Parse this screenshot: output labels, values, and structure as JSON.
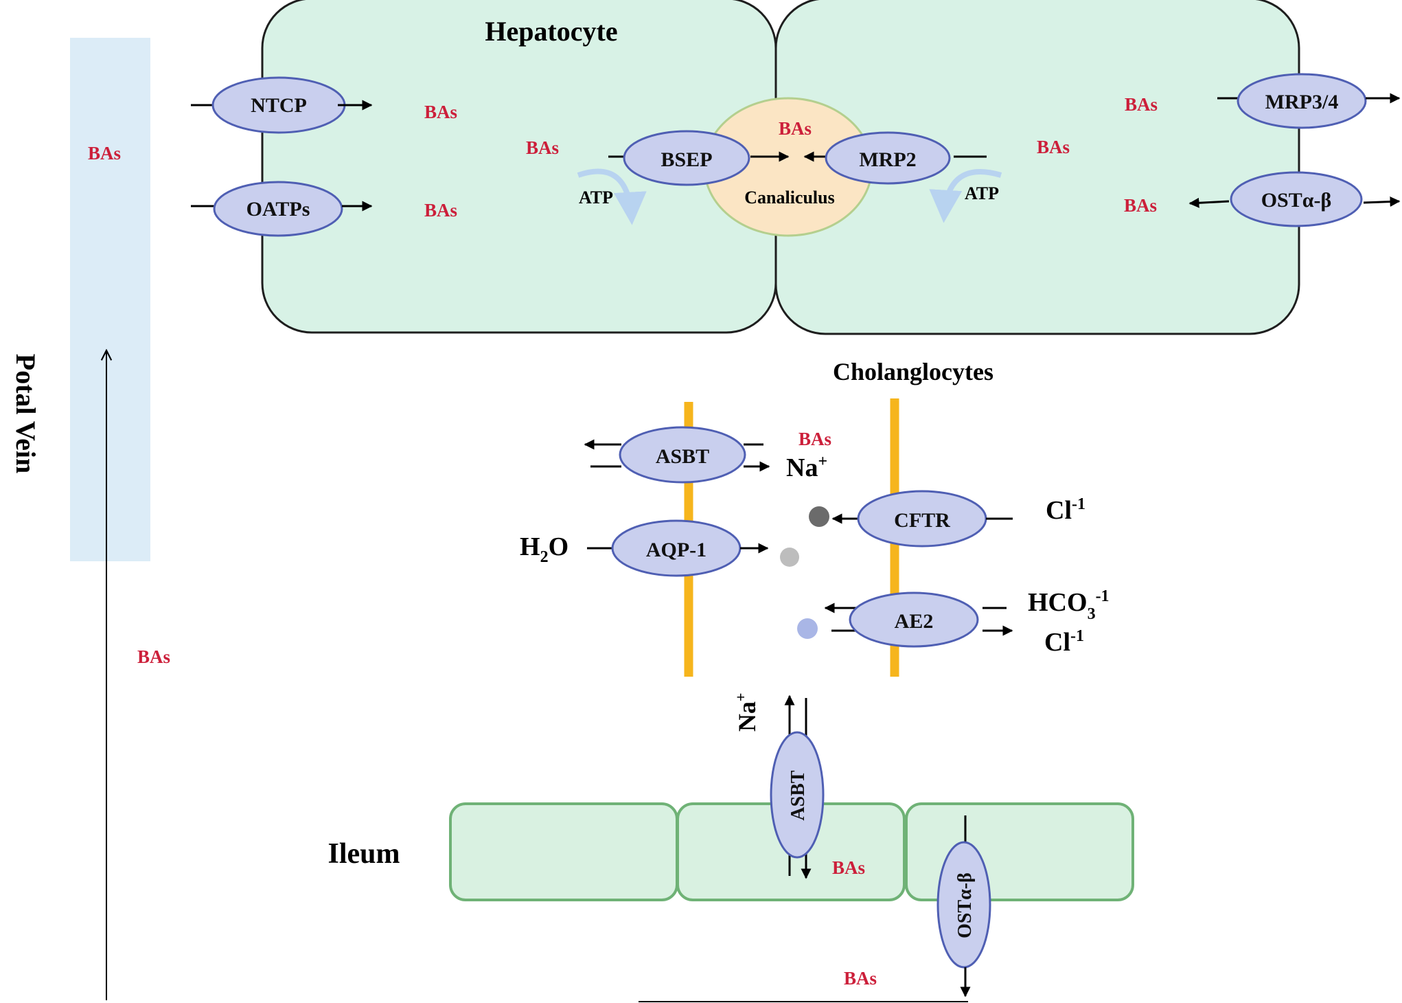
{
  "labels": {
    "hepatocyte": "Hepatocyte",
    "canaliculus": "Canaliculus",
    "cholangiocytes": "Cholanglocytes",
    "ileum": "Ileum",
    "portal_vein": "Potal Vein",
    "bas": "BAs",
    "atp": "ATP",
    "h2o_main": "H",
    "h2o_sub": "2",
    "h2o_tail": "O",
    "na_main": "Na",
    "na_sup": "+",
    "cl_main": "Cl",
    "cl_sup": "-1",
    "hco3_main": "HCO",
    "hco3_sub": "3",
    "hco3_sup": "-1"
  },
  "transporters": {
    "ntcp": "NTCP",
    "oatps": "OATPs",
    "bsep": "BSEP",
    "mrp2": "MRP2",
    "mrp34": "MRP3/4",
    "ost_hep": "OSTα-β",
    "asbt_chol": "ASBT",
    "aqp1": "AQP-1",
    "cftr": "CFTR",
    "ae2": "AE2",
    "asbt_ileum": "ASBT",
    "ost_ileum": "OSTα-β"
  },
  "colors": {
    "hepatocyte_fill": "#d8f2e6",
    "canaliculus_fill": "#fbe5c4",
    "portal_vein_fill": "#dcecf7",
    "ileum_fill": "#d9f1e1",
    "protein_fill": "#c9cfee",
    "protein_stroke": "#4f5fb3",
    "membrane": "#f6b51d",
    "bas_text": "#cc1f3a",
    "cl_dot": "#6b6b6b",
    "water_dot": "#bdbdbd",
    "bicarbonate_dot": "#a9b6e6"
  }
}
